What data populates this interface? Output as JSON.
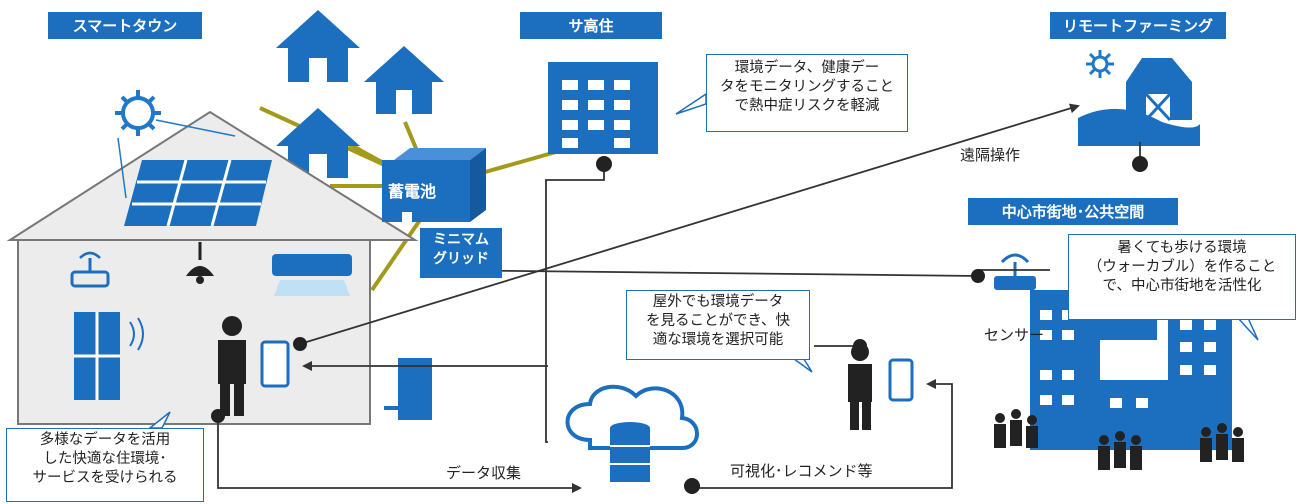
{
  "colors": {
    "accent": "#1c6fbf",
    "olive": "#a39a1c",
    "line": "#333333",
    "house_fill": "#ececec",
    "sun": "#1f78c8"
  },
  "tags": {
    "smart_town": "スマートタウン",
    "housing": "サ高住",
    "remote_farming": "リモートファーミング",
    "city_center": "中心市街地･公共空間"
  },
  "battery": {
    "label": "蓄電池"
  },
  "mini_grid": {
    "line1": "ミニマム",
    "line2": "グリッド"
  },
  "callouts": {
    "health": [
      "環境データ、健康デー",
      "タをモニタリングすること",
      "で熱中症リスクを軽減"
    ],
    "walkable": [
      "暑くても歩ける環境",
      "（ウォーカブル）を作ること",
      "で、中心市街地を活性化"
    ],
    "outdoor": [
      "屋外でも環境データ",
      "を見ることができ、快",
      "適な環境を選択可能"
    ],
    "services": [
      "多様なデータを活用",
      "した快適な住環境･",
      "サービスを受けられる"
    ]
  },
  "labels": {
    "remote_operation": "遠隔操作",
    "sensor": "センサー",
    "data_collection": "データ収集",
    "visualization": "可視化･レコメンド等"
  },
  "icons": [
    "sun-icon",
    "solar-panel-icon",
    "house-icon",
    "wifi-router-icon",
    "ceiling-light-icon",
    "air-conditioner-icon",
    "refrigerator-icon",
    "person-icon",
    "tablet-icon",
    "ev-charger-icon",
    "battery-cabinet-icon",
    "building-icon",
    "farm-barn-icon",
    "cloud-database-icon",
    "crowd-icon"
  ]
}
